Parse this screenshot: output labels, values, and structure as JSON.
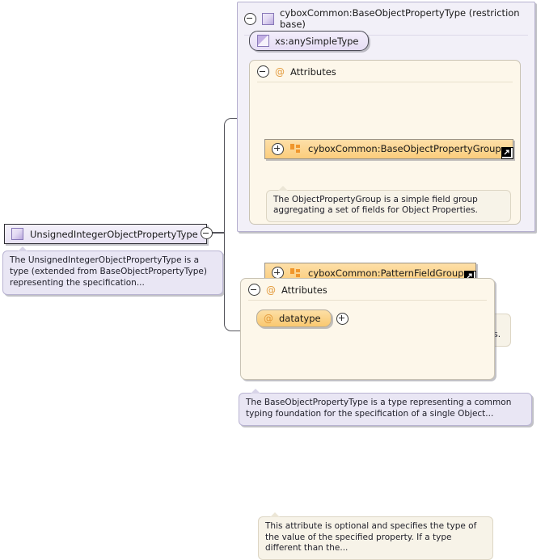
{
  "diagram": {
    "title": "XSD complexType diagram: UnsignedIntegerObjectPropertyType",
    "colors": {
      "purple_fill": "#f2f0f8",
      "purple_border": "#b6b0cf",
      "orange_fill": "#fdf7ea",
      "orange_border": "#c9c3b4",
      "group_gradient_top": "#fddfa8",
      "group_gradient_bottom": "#fbcd7c",
      "attribute_at_glyph": "#e39a3b",
      "connector": "#55555c"
    }
  },
  "root_type": {
    "icon": "complex-type-square-icon",
    "label": "UnsignedIntegerObjectPropertyType",
    "collapse_toggle": "minus-circle-icon",
    "annotation": "The UnsignedIntegerObjectPropertyType is a type (extended from BaseObjectPropertyType) representing the specification..."
  },
  "base_type": {
    "collapse_toggle": "minus-circle-icon",
    "icon": "complex-type-square-icon",
    "label": "cyboxCommon:BaseObjectPropertyType (restriction base)",
    "annotation": "The BaseObjectPropertyType is a type representing a common typing foundation for the specification of a single Object...",
    "simple_content": {
      "icon": "simple-type-icon",
      "label": "xs:anySimpleType"
    },
    "attributes_section": {
      "collapse_toggle": "minus-circle-icon",
      "at_glyph": "@",
      "label": "Attributes",
      "groups": [
        {
          "expand_toggle": "plus-circle-icon",
          "icon": "attribute-group-icon",
          "label": "cyboxCommon:BaseObjectPropertyGroup",
          "external_badge": "external-link-arrow-icon",
          "annotation": "The ObjectPropertyGroup is a simple field group aggregating a set of fields for Object Properties."
        },
        {
          "expand_toggle": "plus-circle-icon",
          "icon": "attribute-group-icon",
          "label": "cyboxCommon:PatternFieldGroup",
          "external_badge": "external-link-arrow-icon",
          "annotation": "The PatternFieldGroup is a simple field group aggregating a set of fields for application of patterns."
        }
      ]
    }
  },
  "own_attributes": {
    "collapse_toggle": "minus-circle-icon",
    "at_glyph": "@",
    "label": "Attributes",
    "items": [
      {
        "at_glyph": "@",
        "name": "datatype",
        "expand_toggle": "plus-circle-icon",
        "annotation": "This attribute is optional and specifies the type of the value of the specified property. If a type different than the..."
      }
    ]
  }
}
